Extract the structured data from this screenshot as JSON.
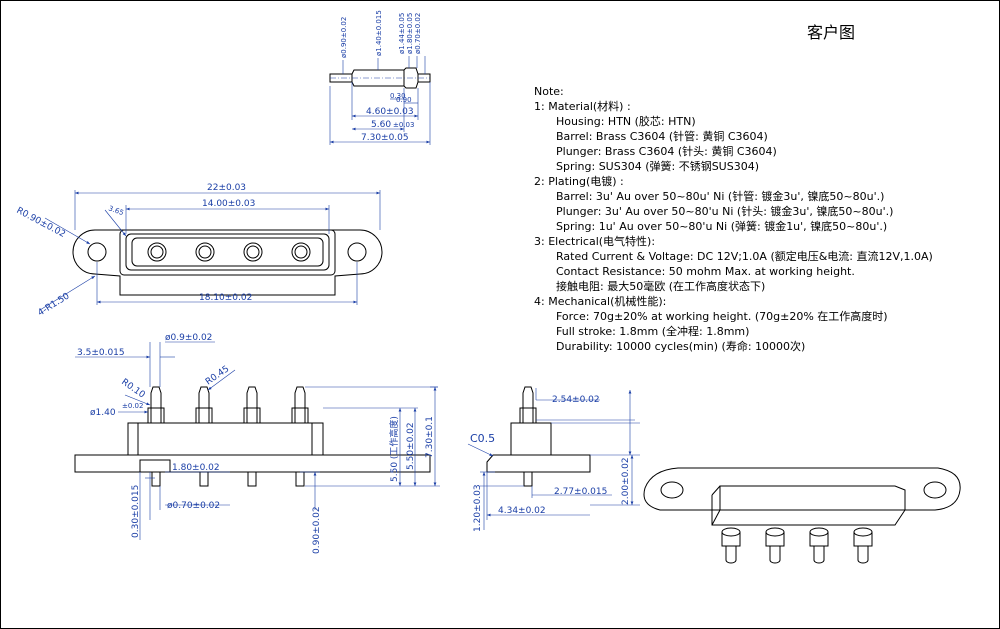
{
  "title": "客户图",
  "notes": {
    "heading": "Note:",
    "lines": [
      "1:  Material(材料) :",
      "Housing:  HTN (胶芯: HTN)",
      "Barrel:  Brass C3604 (针管: 黄铜 C3604)",
      "Plunger:  Brass C3604  (针头: 黄铜 C3604)",
      "Spring:  SUS304  (弹簧:  不锈钢SUS304)",
      "2:  Plating(电镀) :",
      "Barrel:  3u' Au over 50~80u' Ni (针管: 镀金3u', 镍底50~80u'.)",
      "Plunger:  3u' Au over 50~80'u Ni (针头: 镀金3u', 镍底50~80u'.)",
      "Spring:  1u' Au over 50~80'u Ni (弹簧: 镀金1u', 镍底50~80u'.)",
      "3:  Electrical(电气特性):",
      "Rated Current & Voltage:  DC 12V;1.0A (额定电压&电流:  直流12V,1.0A)",
      "Contact Resistance:  50 mohm Max. at working height.",
      "接触电阻: 最大50毫欧 (在工作高度状态下)",
      "4:  Mechanical(机械性能):",
      "Force:  70g±20% at working height. (70g±20%  在工作高度时)",
      "Full stroke:  1.8mm (全冲程: 1.8mm)",
      "Durability:  10000 cycles(min) (寿命: 10000次)"
    ]
  },
  "dims": {
    "pin_d1": "ø0.90±0.02",
    "pin_d2": "ø1.40±0.015",
    "pin_d3": "ø1.44±0.05",
    "pin_d4": "ø1.80±0.05",
    "pin_d5": "ø0.70±0.02",
    "pin_030": "0.30",
    "pin_090": "0.90",
    "pin_460": "4.60±0.03",
    "pin_560": "5.60",
    "pin_560b": "±0.03",
    "pin_730": "7.30±0.05",
    "top_22": "22±0.03",
    "top_14": "14.00±0.03",
    "top_r090": "R0.90±0.02",
    "top_r150": "4-R1.50",
    "top_1810": "18.10±0.02",
    "top_small": "3.65",
    "f_35": "3.5±0.015",
    "f_09": "ø0.9±0.02",
    "f_r010": "R0.10",
    "f_r045": "R0.45",
    "f_140": "ø1.40",
    "f_140b": "±0.02",
    "f_180": "1.80±0.02",
    "f_070": "ø0.70±0.02",
    "f_030": "0.30±0.015",
    "f_090": "0.90±0.02",
    "f_550w": "5.50 (工作高度)",
    "f_550": "5.50±0.02",
    "f_730": "7.30±0.1",
    "s_c05": "C0.5",
    "s_254": "2.54±0.02",
    "s_277": "2.77±0.015",
    "s_434": "4.34±0.02",
    "s_120": "1.20±0.03",
    "s_200": "2.00±0.02"
  }
}
